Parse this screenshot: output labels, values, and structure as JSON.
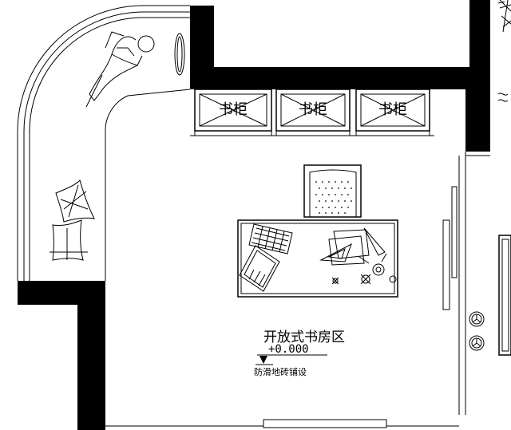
{
  "plan": {
    "area_label": "开放式书房区",
    "level": "+0.000",
    "floor_note": "防滑地砖铺设",
    "bookcase_label": "书柜",
    "bookcases": [
      "书柜",
      "书柜",
      "书柜"
    ]
  },
  "colors": {
    "line": "#000000",
    "background": "#ffffff"
  },
  "icons": [
    "person-reading-icon",
    "cushion-icon",
    "chair-icon",
    "keyboard-icon",
    "desk-lamp-icon",
    "drafting-triangle-icon",
    "plant-icon",
    "level-marker-icon"
  ]
}
